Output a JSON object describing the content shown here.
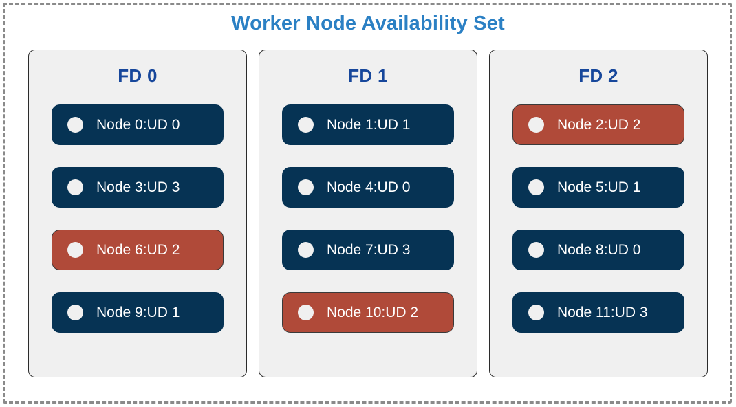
{
  "diagram": {
    "title": "Worker Node Availability Set",
    "title_color": "#2b80c4",
    "boundary_style": "dashed",
    "boundary_color": "#8a8a8a",
    "panel_background": "#f0f0f0",
    "panel_border_color": "#2b2b2b",
    "fd_title_color": "#17479b",
    "node_healthy_color": "#063354",
    "node_alert_color": "#b04a39",
    "node_dot_color": "#f0f0f0",
    "node_text_color": "#ffffff"
  },
  "fault_domains": [
    {
      "name": "FD 0",
      "nodes": [
        {
          "label": "Node 0:UD 0",
          "node_id": 0,
          "update_domain": 0,
          "status": "healthy",
          "dot": "status-dot-icon"
        },
        {
          "label": "Node 3:UD 3",
          "node_id": 3,
          "update_domain": 3,
          "status": "healthy",
          "dot": "status-dot-icon"
        },
        {
          "label": "Node 6:UD 2",
          "node_id": 6,
          "update_domain": 2,
          "status": "alert",
          "dot": "status-dot-icon"
        },
        {
          "label": "Node 9:UD 1",
          "node_id": 9,
          "update_domain": 1,
          "status": "healthy",
          "dot": "status-dot-icon"
        }
      ]
    },
    {
      "name": "FD 1",
      "nodes": [
        {
          "label": "Node 1:UD 1",
          "node_id": 1,
          "update_domain": 1,
          "status": "healthy",
          "dot": "status-dot-icon"
        },
        {
          "label": "Node 4:UD 0",
          "node_id": 4,
          "update_domain": 0,
          "status": "healthy",
          "dot": "status-dot-icon"
        },
        {
          "label": "Node 7:UD 3",
          "node_id": 7,
          "update_domain": 3,
          "status": "healthy",
          "dot": "status-dot-icon"
        },
        {
          "label": "Node 10:UD 2",
          "node_id": 10,
          "update_domain": 2,
          "status": "alert",
          "dot": "status-dot-icon"
        }
      ]
    },
    {
      "name": "FD 2",
      "nodes": [
        {
          "label": "Node 2:UD 2",
          "node_id": 2,
          "update_domain": 2,
          "status": "alert",
          "dot": "status-dot-icon"
        },
        {
          "label": "Node 5:UD 1",
          "node_id": 5,
          "update_domain": 1,
          "status": "healthy",
          "dot": "status-dot-icon"
        },
        {
          "label": "Node 8:UD 0",
          "node_id": 8,
          "update_domain": 0,
          "status": "healthy",
          "dot": "status-dot-icon"
        },
        {
          "label": "Node 11:UD 3",
          "node_id": 11,
          "update_domain": 3,
          "status": "healthy",
          "dot": "status-dot-icon"
        }
      ]
    }
  ]
}
